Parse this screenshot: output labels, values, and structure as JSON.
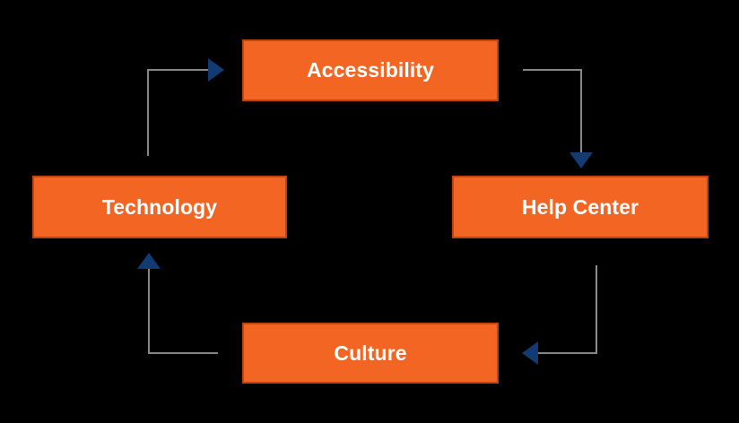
{
  "diagram": {
    "type": "cycle-flow-diagram",
    "direction": "clockwise",
    "background_color": "#000000",
    "node_fill_color": "#F26522",
    "node_border_color": "#C1430F",
    "node_text_color": "#FFFFFF",
    "connector_color": "#8A8A8A",
    "arrowhead_color": "#123A73",
    "nodes": [
      {
        "id": "accessibility",
        "label": "Accessibility",
        "position": "top"
      },
      {
        "id": "help-center",
        "label": "Help Center",
        "position": "right"
      },
      {
        "id": "culture",
        "label": "Culture",
        "position": "bottom"
      },
      {
        "id": "technology",
        "label": "Technology",
        "position": "left"
      }
    ],
    "edges": [
      {
        "id": "technology-to-accessibility",
        "from": "technology",
        "to": "accessibility",
        "arrow": "right"
      },
      {
        "id": "accessibility-to-help-center",
        "from": "accessibility",
        "to": "help-center",
        "arrow": "down"
      },
      {
        "id": "help-center-to-culture",
        "from": "help-center",
        "to": "culture",
        "arrow": "left"
      },
      {
        "id": "culture-to-technology",
        "from": "culture",
        "to": "technology",
        "arrow": "up"
      }
    ]
  }
}
